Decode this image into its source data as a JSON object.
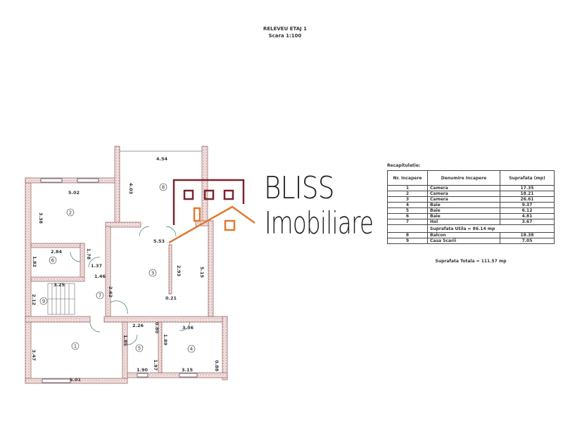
{
  "title": {
    "line1": "RELEVEU ETAJ 1",
    "line2": "Scara 1:100"
  },
  "plan": {
    "rooms": [
      "1",
      "2",
      "3",
      "4",
      "5",
      "6",
      "7",
      "8",
      "9"
    ],
    "dimensions": [
      "4.54",
      "4.03",
      "5.02",
      "3.38",
      "5.53",
      "2.93",
      "5.15",
      "0.21",
      "2.84",
      "1.78",
      "1.82",
      "1.37",
      "1.46",
      "3.25",
      "2.12",
      "2.62",
      "2.26",
      "0.80",
      "3.36",
      "1.85",
      "1.89",
      "1.97",
      "0.88",
      "1.90",
      "3.15",
      "5.01",
      "3.47"
    ],
    "wall_color": "#b07a7a"
  },
  "logo": {
    "brand": "BLISS",
    "sub": "Imobiliare",
    "color_primary": "#7a2430",
    "color_accent": "#e07a30"
  },
  "recap": {
    "heading": "Recapitulatie:",
    "headers": [
      "Nr. Incapere",
      "Denumire Incapere",
      "Suprafata (mp)"
    ],
    "rows": [
      {
        "nr": "1",
        "name": "Camera",
        "area": "17.35"
      },
      {
        "nr": "2",
        "name": "Camera",
        "area": "18.21"
      },
      {
        "nr": "3",
        "name": "Camera",
        "area": "26.61"
      },
      {
        "nr": "4",
        "name": "Baie",
        "area": "9.37"
      },
      {
        "nr": "5",
        "name": "Baie",
        "area": "6.12"
      },
      {
        "nr": "6",
        "name": "Baie",
        "area": "4.81"
      },
      {
        "nr": "7",
        "name": "Hol",
        "area": "3.67"
      }
    ],
    "useful": "Suprafata Utila = 86.14 mp",
    "rows2": [
      {
        "nr": "8",
        "name": "Balcon",
        "area": "18.38"
      },
      {
        "nr": "9",
        "name": "Casa Scarii",
        "area": "7.05"
      }
    ],
    "total": "Suprafata Totala = 111.57 mp"
  }
}
